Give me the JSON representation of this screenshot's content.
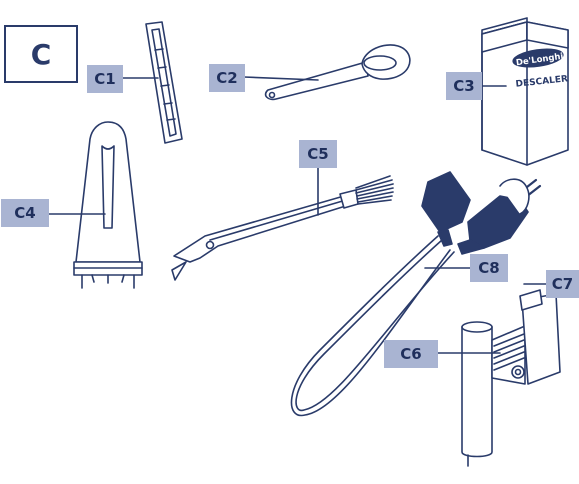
{
  "section_label": "C",
  "callouts": {
    "c1": "C1",
    "c2": "C2",
    "c3": "C3",
    "c4": "C4",
    "c5": "C5",
    "c6": "C6",
    "c7": "C7",
    "c8": "C8"
  },
  "descaler_box": {
    "brand": "De'Longhi",
    "product": "DESCALER"
  },
  "colors": {
    "outline": "#2a3b6a",
    "callout_fill": "#a9b4d2",
    "callout_text": "#1f2f5c",
    "part_fill": "#ffffff"
  }
}
